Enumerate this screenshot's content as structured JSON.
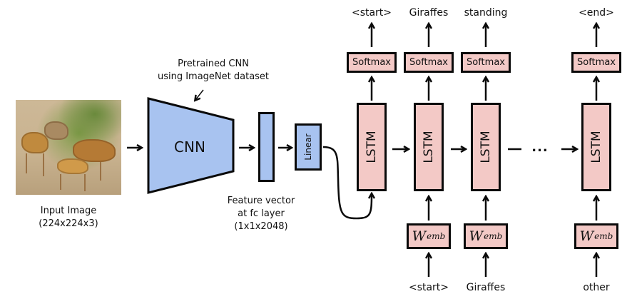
{
  "input": {
    "label_line1": "Input Image",
    "label_line2": "(224x224x3)",
    "image_description": "giraffes-photo"
  },
  "cnn": {
    "label": "CNN",
    "annotation_line1": "Pretrained CNN",
    "annotation_line2": "using ImageNet dataset",
    "color": "#a8c3f0"
  },
  "feature_vector": {
    "label_line1": "Feature vector",
    "label_line2": "at fc layer",
    "label_line3": "(1x1x2048)"
  },
  "linear": {
    "label": "Linear"
  },
  "decoder": {
    "lstm_label": "LSTM",
    "softmax_label": "Softmax",
    "wemb_base": "W",
    "wemb_sub": "emb",
    "ellipsis": "...",
    "box_color": "#f3c9c6",
    "outputs": [
      "<start>",
      "Giraffes",
      "standing",
      "<end>"
    ],
    "inputs": [
      "<start>",
      "Giraffes",
      "other"
    ]
  }
}
